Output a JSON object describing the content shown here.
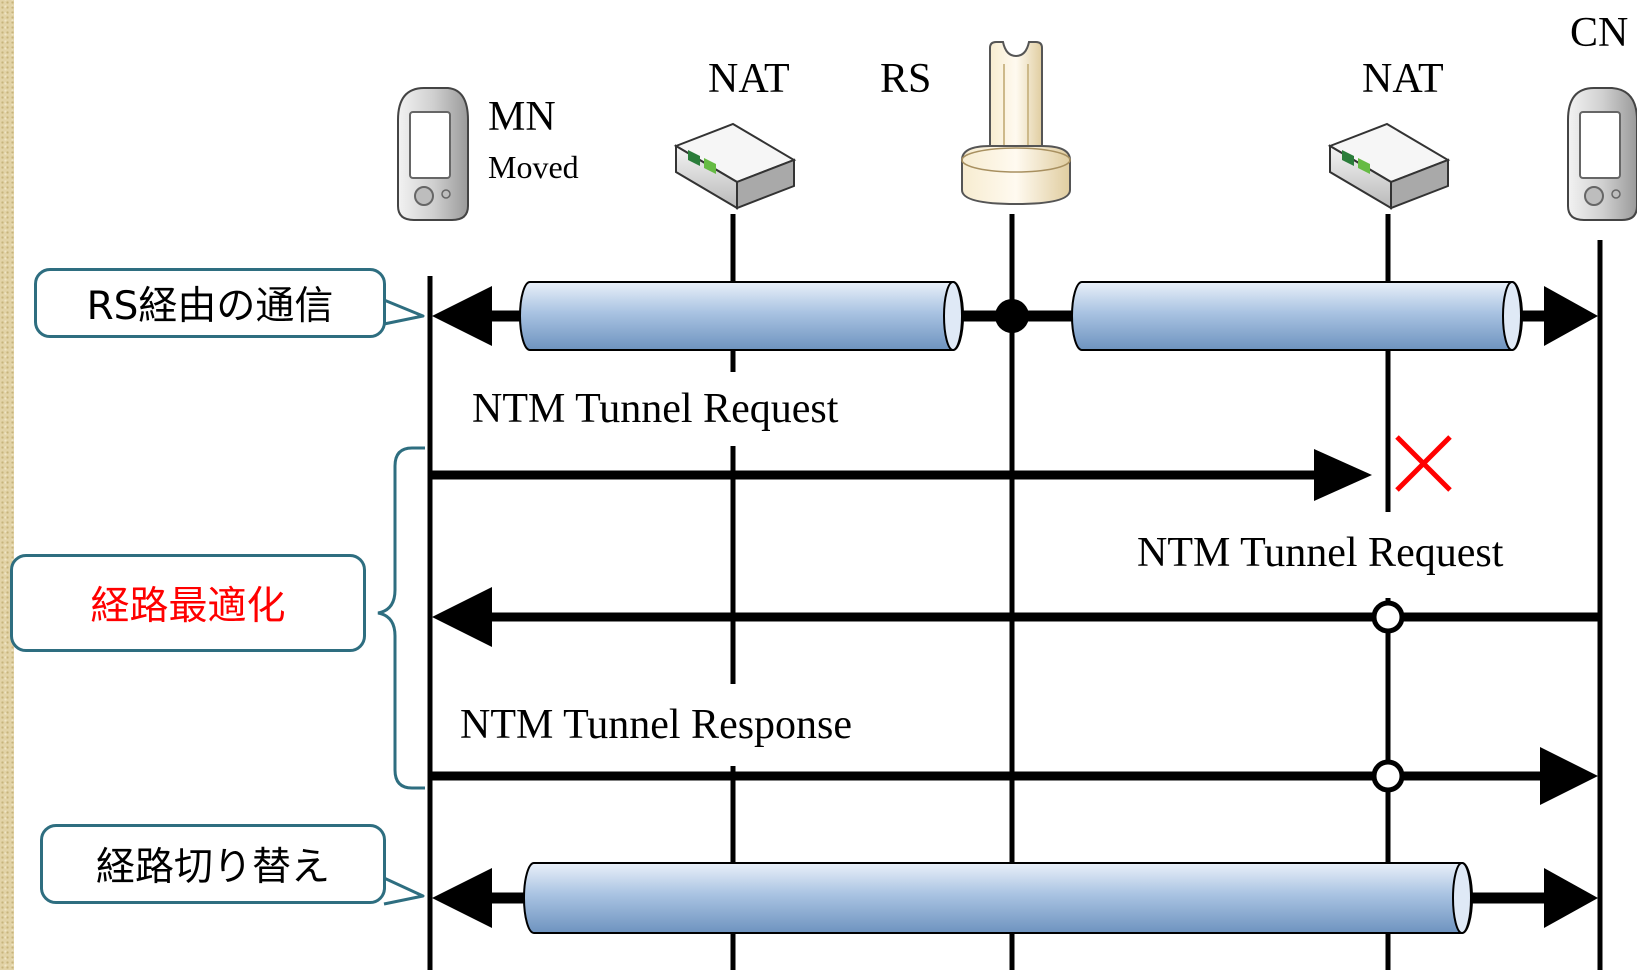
{
  "nodes": {
    "mn": {
      "label": "MN",
      "sublabel": "Moved",
      "icon": "mobile-terminal-icon"
    },
    "nat_left": {
      "label": "NAT",
      "icon": "nat-router-icon"
    },
    "rs": {
      "label": "RS",
      "icon": "relay-server-icon"
    },
    "nat_right": {
      "label": "NAT",
      "icon": "nat-router-icon"
    },
    "cn": {
      "label": "CN",
      "icon": "mobile-terminal-icon"
    }
  },
  "messages": {
    "request_to_nat": "NTM Tunnel Request",
    "request_from_cn": "NTM Tunnel Request",
    "response": "NTM Tunnel Response"
  },
  "callouts": {
    "via_rs": "RS経由の通信",
    "optimization": "経路最適化",
    "switch": "経路切り替え"
  },
  "colors": {
    "tunnel": "#8fb1d6",
    "callout_border": "#2e6e80",
    "blocked_mark": "#ff0000",
    "optimization_text": "#ff0000"
  }
}
